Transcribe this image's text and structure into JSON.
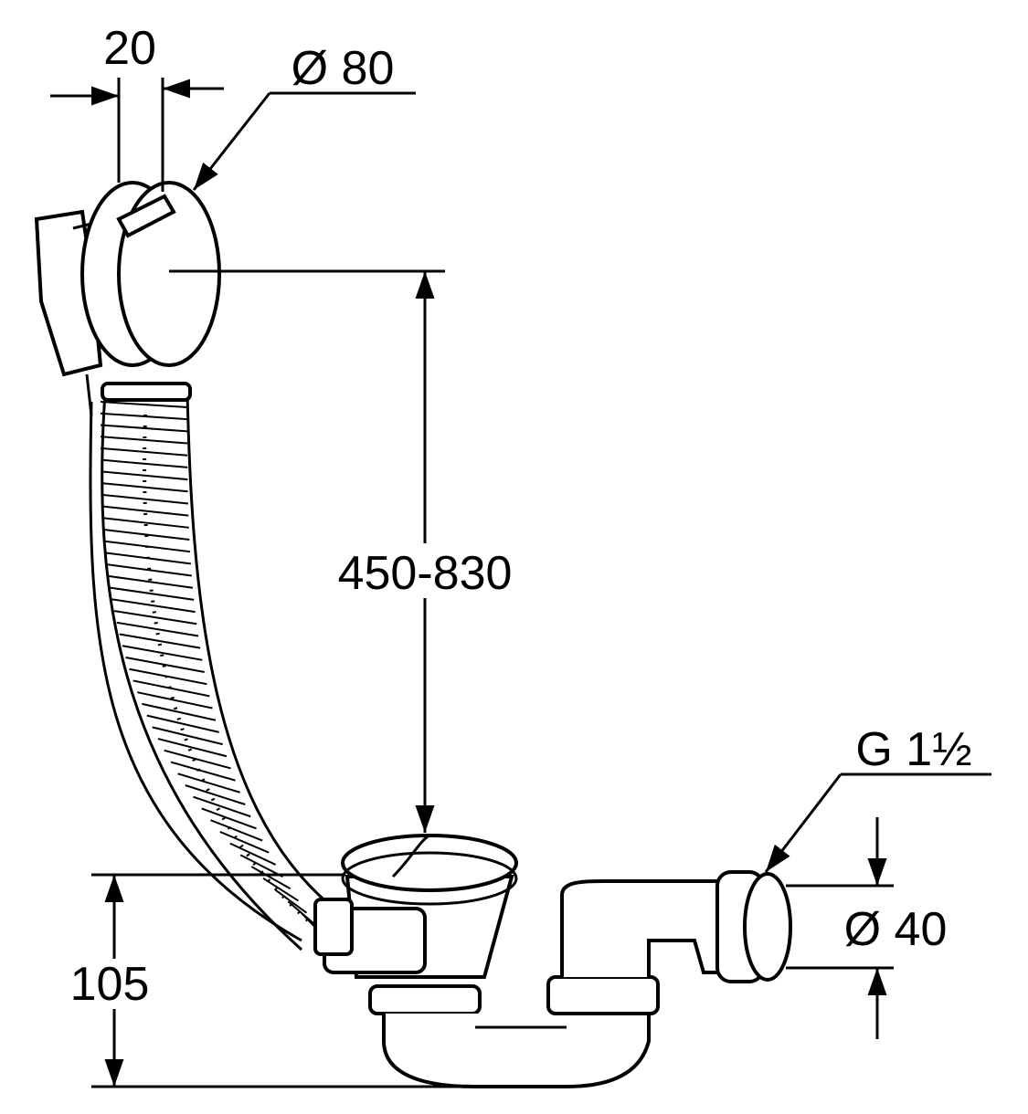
{
  "diagram": {
    "title": "Bath waste and overflow set dimensions",
    "colors": {
      "line": "#000000",
      "background": "#ffffff"
    },
    "dimensions": {
      "lever_width": "20",
      "overflow_diameter": "Ø 80",
      "height_range": "450-830",
      "thread": "G 1½",
      "outlet_diameter": "Ø 40",
      "drain_height": "105"
    }
  }
}
